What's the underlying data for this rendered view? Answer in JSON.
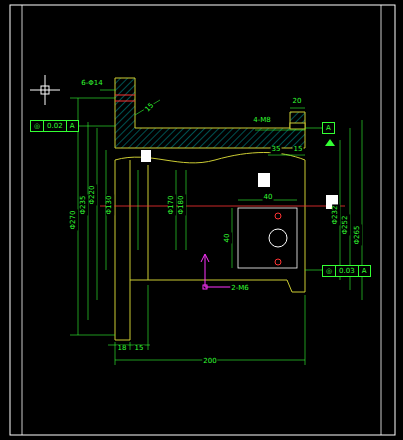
{
  "diagram": {
    "nodes": [
      {
        "text": [
          "◎",
          "0.02",
          "A"
        ]
      },
      {
        "text": [
          "A"
        ]
      },
      {
        "text": [
          "◎",
          "0.03",
          "A"
        ]
      }
    ],
    "labels": [
      "6-Φ14",
      "15",
      "20",
      "4-M8",
      "35",
      "15",
      "Φ270",
      "Φ235",
      "Φ220",
      "Φ130",
      "Φ170",
      "Φ180",
      "Φ232",
      "Φ252",
      "Φ265",
      "40",
      "40",
      "18",
      "15",
      "200",
      "2-M6"
    ]
  }
}
